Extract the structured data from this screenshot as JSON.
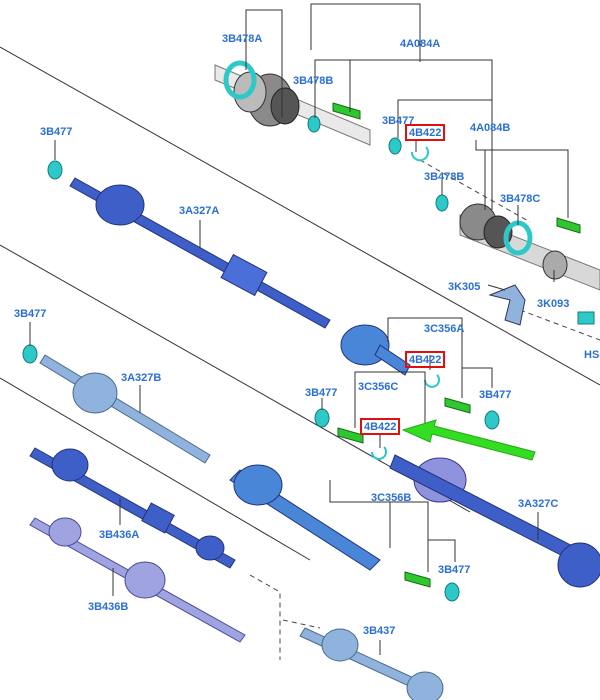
{
  "labels": {
    "l_3B478A": "3B478A",
    "l_4A084A": "4A084A",
    "l_3B478B_1": "3B478B",
    "l_3B477_1": "3B477",
    "l_4B422_1": "4B422",
    "l_4A084B": "4A084B",
    "l_3B478B_2": "3B478B",
    "l_3B478C": "3B478C",
    "l_3B477_2": "3B477",
    "l_3A327A": "3A327A",
    "l_3K305": "3K305",
    "l_3K093": "3K093",
    "l_HS": "HS",
    "l_3B477_3": "3B477",
    "l_3C356A": "3C356A",
    "l_4B422_2": "4B422",
    "l_3A327B": "3A327B",
    "l_3B477_4": "3B477",
    "l_3C356C": "3C356C",
    "l_3B477_5": "3B477",
    "l_4B422_3": "4B422",
    "l_3A327C": "3A327C",
    "l_3B436A": "3B436A",
    "l_3C356B": "3C356B",
    "l_3B436B": "3B436B",
    "l_3B477_6": "3B477",
    "l_3B437": "3B437"
  },
  "colors": {
    "label": "#2a6fd6",
    "highlight": "#e01010",
    "arrow": "#33dd22",
    "shaft_dark": "#3f5fc8",
    "shaft_light": "#8fb3dc",
    "shaft_medium": "#4a86d8",
    "clip": "#2fc8c8",
    "grease": "#2ec82e",
    "metal": "#9a9a9a"
  },
  "icons": [
    "ring-icon",
    "grease-pack-icon",
    "bracket-icon",
    "bolt-icon",
    "circlip-icon",
    "pointer-arrow-icon"
  ]
}
